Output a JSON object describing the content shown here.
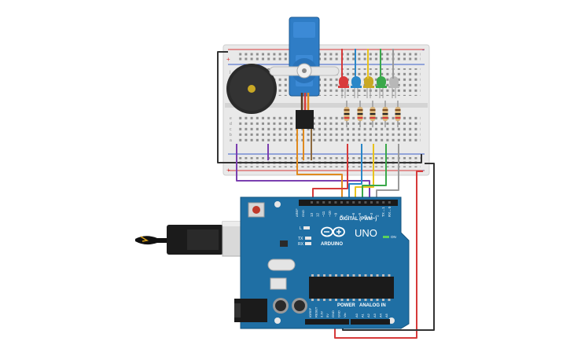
{
  "colors": {
    "board": "#1f6fa4",
    "board_dark": "#1a5e8c",
    "breadboard": "#e9e9e9",
    "rail_red": "#d63a3a",
    "rail_blue": "#3a5fc9",
    "servo": "#2f7dc6",
    "buzzer": "#2b2b2b"
  },
  "breadboard": {
    "plus_label": "+",
    "minus_label": "-",
    "row_letters_top": [
      "j",
      "i",
      "h",
      "g",
      "f"
    ],
    "row_letters_bottom": [
      "e",
      "d",
      "c",
      "b",
      "a"
    ]
  },
  "leds": [
    {
      "color": "#d93b3b"
    },
    {
      "color": "#2a87c8"
    },
    {
      "color": "#c9a825"
    },
    {
      "color": "#3aa84a"
    },
    {
      "color": "#b8b8b8"
    }
  ],
  "arduino": {
    "model": "UNO",
    "brand": "ARDUINO",
    "on_label": "ON",
    "digital_label": "DIGITAL (PWM~)",
    "power_label": "POWER",
    "analog_label": "ANALOG IN",
    "l_label": "L",
    "tx_label": "TX",
    "rx_label": "RX",
    "aref_label": "AREF",
    "gnd_label": "GND",
    "digital_pins": [
      "13",
      "12",
      "~11",
      "~10",
      "~9",
      "8",
      "7",
      "~6",
      "~5",
      "4",
      "~3",
      "2",
      "TX→1",
      "RX←0"
    ],
    "power_pins": [
      "IOREF",
      "RESET",
      "3.3V",
      "5V",
      "GND",
      "GND",
      "Vin"
    ],
    "analog_pins": [
      "A0",
      "A1",
      "A2",
      "A3",
      "A4",
      "A5"
    ]
  },
  "wires": [
    {
      "color": "#333333"
    },
    {
      "color": "#7b3fb0"
    },
    {
      "color": "#e08a1e"
    },
    {
      "color": "#d63a3a"
    },
    {
      "color": "#2a87c8"
    },
    {
      "color": "#e8c21c"
    },
    {
      "color": "#3aa84a"
    },
    {
      "color": "#9a9a9a"
    }
  ]
}
